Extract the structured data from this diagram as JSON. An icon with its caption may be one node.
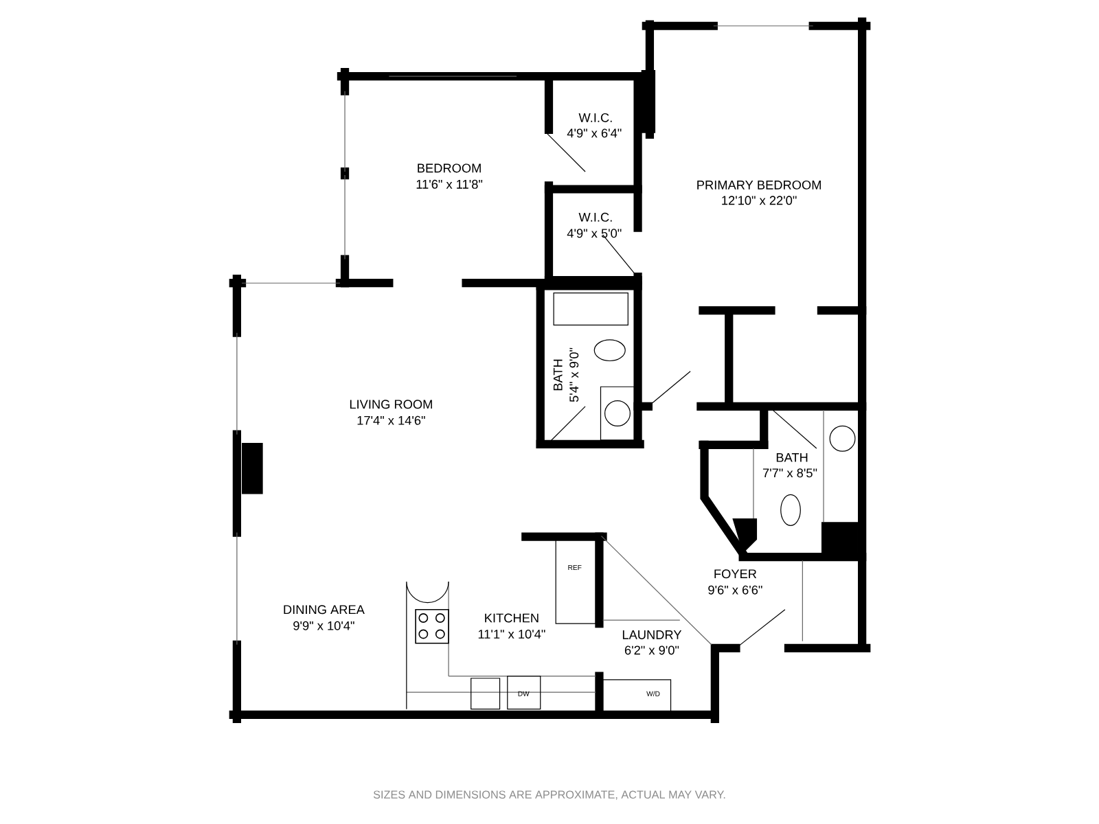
{
  "diagram": {
    "caption": "SIZES AND DIMENSIONS ARE APPROXIMATE, ACTUAL MAY VARY.",
    "labels": [
      "BEDROOM",
      "11'6\" x 11'8\"",
      "W.I.C.",
      "4'9\" x 6'4\"",
      "PRIMARY BEDROOM",
      "12'10\" x 22'0\"",
      "W.I.C.",
      "4'9\" x 5'0\"",
      "BATH",
      "5'4\" x 9'0\"",
      "LIVING ROOM",
      "17'4\" x 14'6\"",
      "BATH",
      "7'7\" x 8'5\"",
      "REF",
      "FOYER",
      "9'6\" x 6'6\"",
      "DINING AREA",
      "9'9\" x 10'4\"",
      "KITCHEN",
      "11'1\" x 10'4\"",
      "LAUNDRY",
      "6'2\" x 9'0\"",
      "DW",
      "W/D"
    ]
  }
}
